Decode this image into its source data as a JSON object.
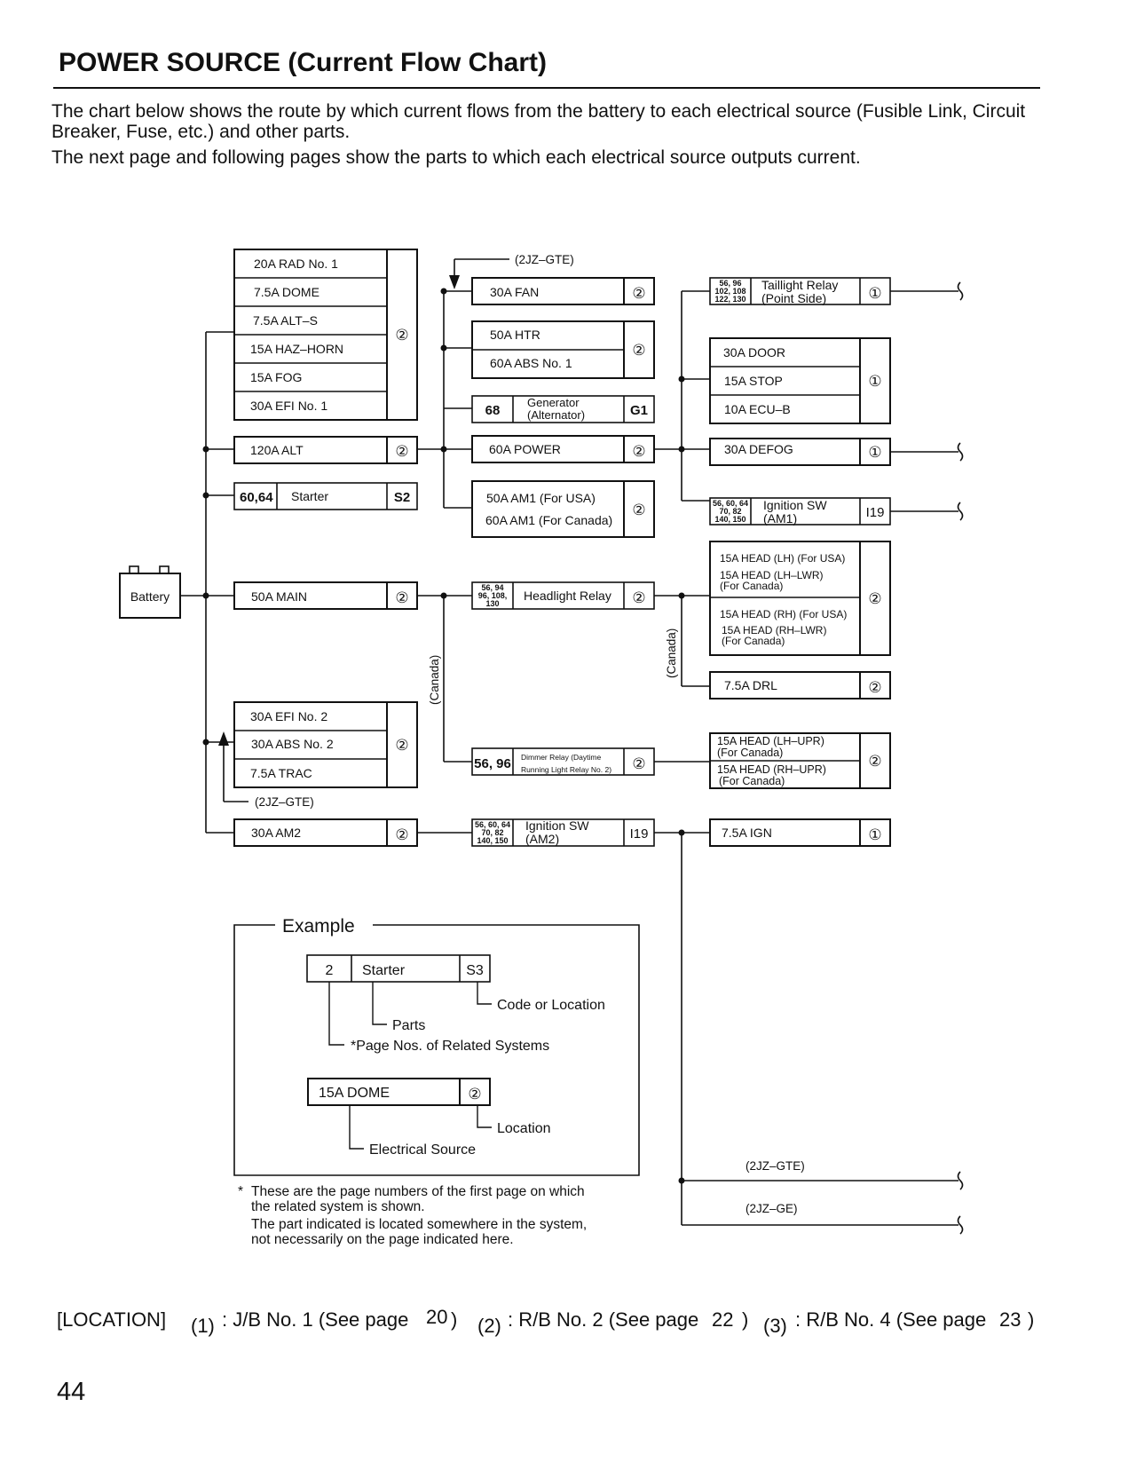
{
  "page": {
    "title": "POWER SOURCE (Current Flow Chart)",
    "intro_1": "The chart below shows the route by which current flows from the battery to each electrical source (Fusible Link, Circuit Breaker, Fuse, etc.) and other parts.",
    "intro_2": "The next page and following pages show the parts to which each electrical source outputs current.",
    "page_number": "44"
  },
  "diagram": {
    "battery": "Battery",
    "loc1": "①",
    "loc2": "②",
    "g1": {
      "fuses": [
        "20A RAD No. 1",
        "7.5A DOME",
        "7.5A ALT–S",
        "15A HAZ–HORN",
        "15A FOG",
        "30A EFI No. 1"
      ]
    },
    "alt120": "120A ALT",
    "starter": {
      "pages": "60,64",
      "part": "Starter",
      "code": "S2"
    },
    "main50": "50A MAIN",
    "g2": {
      "fuses": [
        "30A EFI No. 2",
        "30A ABS No. 2",
        "7.5A TRAC"
      ]
    },
    "am2_30": "30A AM2",
    "fan30": "30A FAN",
    "cond_2jzgte": "(2JZ–GTE)",
    "cond_2jzge": "(2JZ–GE)",
    "cond_canada": "(Canada)",
    "htr_g": {
      "fuses": [
        "50A HTR",
        "60A ABS No. 1"
      ]
    },
    "generator": {
      "pages": "68",
      "part_1": "Generator",
      "part_2": "(Alternator)",
      "code": "G1"
    },
    "power60": "60A POWER",
    "am1_g": {
      "fuses": [
        "50A AM1 (For USA)",
        "60A AM1 (For Canada)"
      ]
    },
    "headlight_relay": {
      "pages_1": "56, 94",
      "pages_2": "96, 108,",
      "pages_3": "130",
      "part": "Headlight Relay"
    },
    "dimmer_relay": {
      "pages": "56, 96",
      "part_1": "Dimmer Relay (Daytime",
      "part_2": "Running Light Relay No. 2)"
    },
    "ign_am2": {
      "pages_1": "56, 60, 64",
      "pages_2": "70, 82",
      "pages_3": "140, 150",
      "part_1": "Ignition SW",
      "part_2": "(AM2)",
      "code": "I19"
    },
    "taillight": {
      "pages_1": "56, 96",
      "pages_2": "102, 108",
      "pages_3": "122, 130",
      "part_1": "Taillight Relay",
      "part_2": "(Point Side)"
    },
    "door_g": {
      "fuses": [
        "30A DOOR",
        "15A STOP",
        "10A ECU–B"
      ]
    },
    "defog30": "30A DEFOG",
    "ign_am1": {
      "pages_1": "56, 60, 64",
      "pages_2": "70, 82",
      "pages_3": "140, 150",
      "part_1": "Ignition SW",
      "part_2": "(AM1)",
      "code": "I19"
    },
    "head_g": {
      "lh_usa": "15A HEAD (LH) (For USA)",
      "lh_can_1": "15A HEAD (LH–LWR)",
      "lh_can_2": "(For Canada)",
      "rh_usa": "15A HEAD (RH) (For USA)",
      "rh_can_1": "15A HEAD (RH–LWR)",
      "rh_can_2": "(For Canada)"
    },
    "drl": "7.5A DRL",
    "upr_g": {
      "lh_1": "15A HEAD (LH–UPR)",
      "lh_2": "(For Canada)",
      "rh_1": "15A HEAD (RH–UPR)",
      "rh_2": "(For Canada)"
    },
    "ign75": "7.5A IGN"
  },
  "example": {
    "heading": "Example",
    "pages": "2",
    "part": "Starter",
    "code": "S3",
    "code_label": "Code or Location",
    "parts_label": "Parts",
    "pages_label": "*Page Nos. of Related Systems",
    "fuse": "15A DOME",
    "location_label": "Location",
    "source_label": "Electrical Source"
  },
  "footnote": {
    "star": "*",
    "line_1": "These are the page numbers of the first page on which",
    "line_2": "the related system is shown.",
    "line_3": "The part indicated is located somewhere in the system,",
    "line_4": "not necessarily on the page indicated here."
  },
  "legend": {
    "label": "[LOCATION]",
    "n1": "(1)",
    "t1": ": J/B No. 1 (See page",
    "p1": "20",
    "n2": "(2)",
    "t2": ": R/B No. 2 (See page",
    "p2": "22",
    "n3": "(3)",
    "t3": ": R/B No. 4 (See page",
    "p3": "23",
    "close": ")"
  }
}
